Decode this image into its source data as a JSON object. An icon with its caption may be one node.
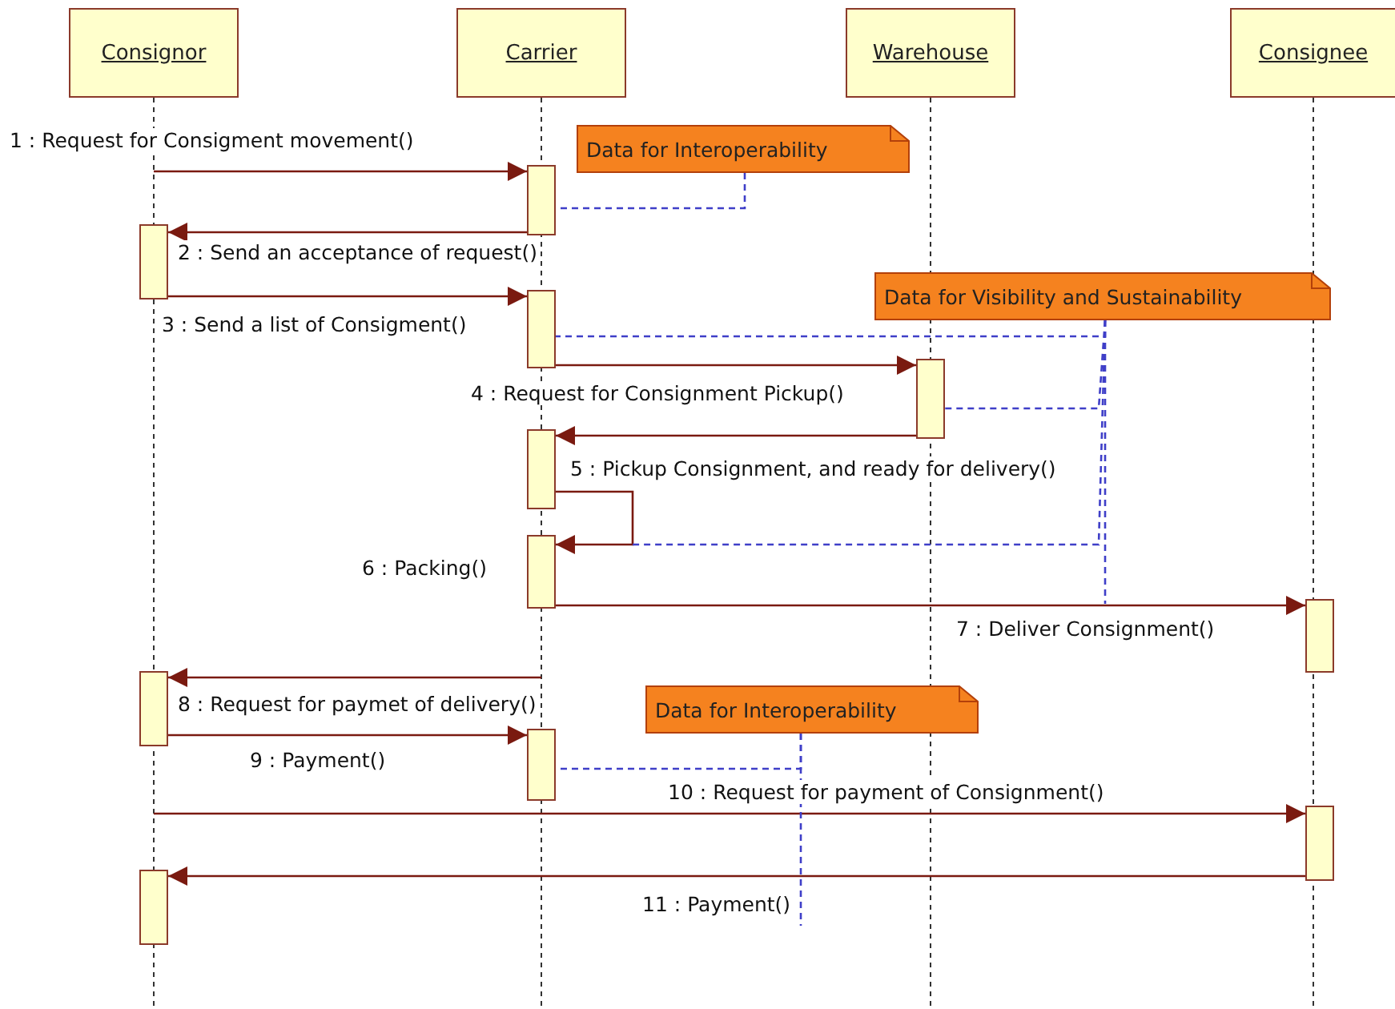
{
  "diagram": {
    "nodes": [
      {
        "text": [
          "Consignor"
        ]
      },
      {
        "text": [
          "Carrier"
        ]
      },
      {
        "text": [
          "Warehouse"
        ]
      },
      {
        "text": [
          "Consignee"
        ]
      },
      {
        "text": [
          "Data for Interoperability"
        ]
      },
      {
        "text": [
          "Data for Visibility and Sustainability"
        ]
      },
      {
        "text": [
          "Data for Interoperability"
        ]
      },
      {
        "text": [],
        "shape": "bar"
      },
      {
        "text": [],
        "shape": "bar"
      },
      {
        "text": [],
        "shape": "bar"
      },
      {
        "text": [],
        "shape": "bar"
      },
      {
        "text": [],
        "shape": "bar"
      },
      {
        "text": [],
        "shape": "bar"
      },
      {
        "text": [],
        "shape": "bar"
      },
      {
        "text": [],
        "shape": "bar"
      },
      {
        "text": [],
        "shape": "bar"
      },
      {
        "text": [],
        "shape": "bar"
      },
      {
        "text": [],
        "shape": "bar"
      }
    ],
    "edges": [
      {
        "from": null,
        "to": 7,
        "arrow": "to",
        "label": "1 : Request for Consigment movement()"
      },
      {
        "from": 7,
        "to": 8,
        "arrow": "to",
        "label": "2 : Send an acceptance of request()"
      },
      {
        "from": 8,
        "to": 9,
        "arrow": "to",
        "label": "3 : Send a list of Consigment()"
      },
      {
        "from": 9,
        "to": 10,
        "arrow": "to",
        "label": "4 : Request for Consignment Pickup()"
      },
      {
        "from": 10,
        "to": 11,
        "arrow": "to",
        "label": "5 : Pickup Consignment, and ready for delivery()"
      },
      {
        "from": 11,
        "to": 12,
        "arrow": "to",
        "label": "6 : Packing()"
      },
      {
        "from": 12,
        "to": 13,
        "arrow": "to",
        "label": "7 : Deliver Consignment()"
      },
      {
        "from": null,
        "to": 14,
        "arrow": "to",
        "label": "8 : Request for paymet of delivery()"
      },
      {
        "from": 14,
        "to": 15,
        "arrow": "to",
        "label": "9 : Payment()"
      },
      {
        "from": null,
        "to": 16,
        "arrow": "to",
        "label": "10 : Request for payment of Consignment()"
      },
      {
        "from": 16,
        "to": 17,
        "arrow": "to",
        "label": "11 : Payment()"
      },
      {
        "from": 4,
        "to": 7,
        "arrow": "none",
        "style": "dashed",
        "color": "#3f3fc8"
      },
      {
        "from": 5,
        "to": 9,
        "arrow": "none",
        "style": "dashed",
        "color": "#3f3fc8"
      },
      {
        "from": 5,
        "to": 10,
        "arrow": "none",
        "style": "dashed",
        "color": "#3f3fc8"
      },
      {
        "from": 5,
        "to": null,
        "arrow": "none",
        "style": "dashed",
        "color": "#3f3fc8"
      },
      {
        "from": 5,
        "to": null,
        "arrow": "none",
        "style": "dashed",
        "color": "#3f3fc8"
      },
      {
        "from": 6,
        "to": 15,
        "arrow": "none",
        "style": "dashed",
        "color": "#3f3fc8"
      },
      {
        "from": 6,
        "to": null,
        "arrow": "none",
        "style": "dashed",
        "color": "#3f3fc8"
      }
    ]
  }
}
